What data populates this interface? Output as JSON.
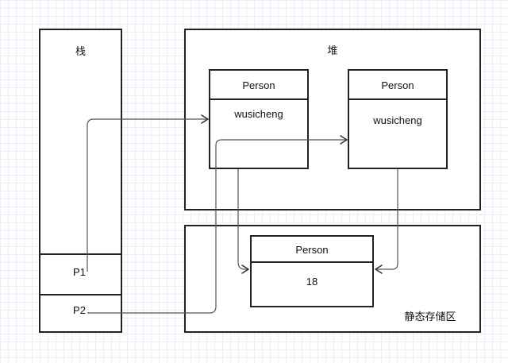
{
  "stack": {
    "title": "栈",
    "p1": "P1",
    "p2": "P2"
  },
  "heap": {
    "title": "堆",
    "object1": {
      "class_name": "Person",
      "field": "wusicheng"
    },
    "object2": {
      "class_name": "Person",
      "field": "wusicheng"
    }
  },
  "static_area": {
    "label": "静态存储区",
    "object": {
      "class_name": "Person",
      "field": "18"
    }
  },
  "colors": {
    "line": "#555555",
    "border": "#222222"
  }
}
